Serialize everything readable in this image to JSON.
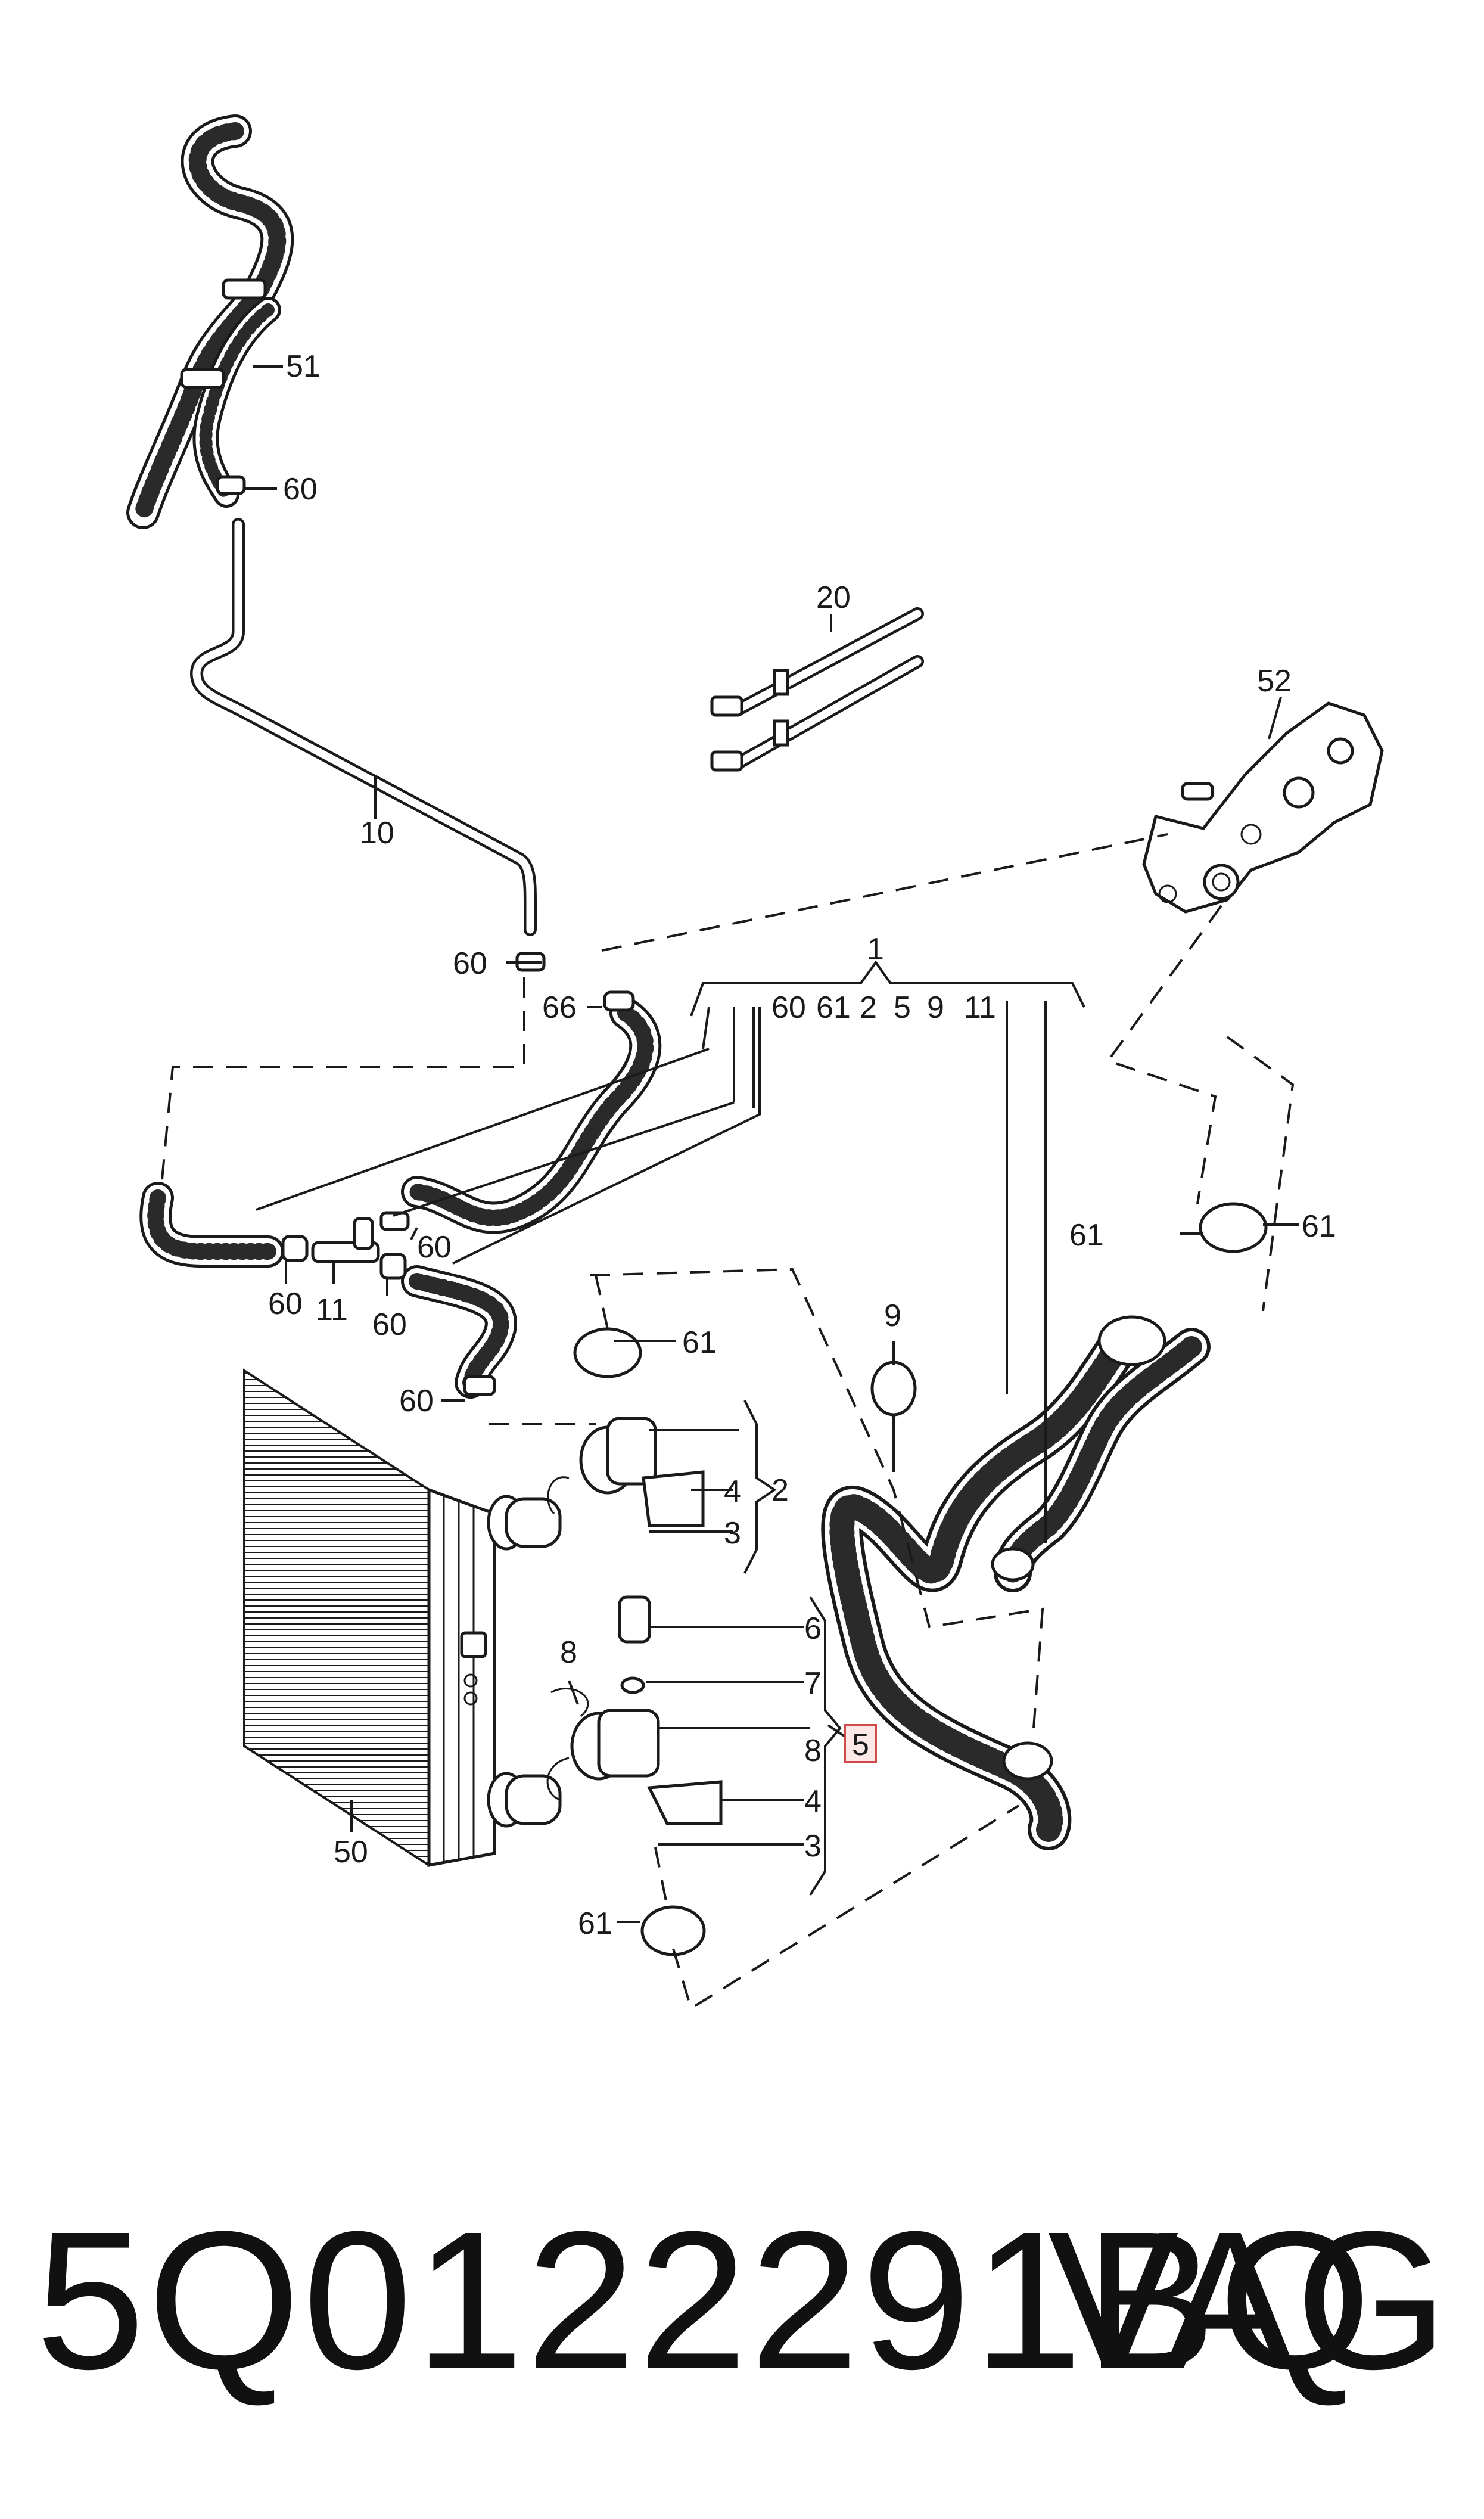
{
  "callouts": {
    "c51": "51",
    "c60_top": "60",
    "c10": "10",
    "c20": "20",
    "c52": "52",
    "c1": "1",
    "c60_mid": "60",
    "c66": "66",
    "c60_seq": "60",
    "c61_seq": "61",
    "c2_seq": "2",
    "c5_seq": "5",
    "c9_seq": "9",
    "c11_seq": "11",
    "c60_tee_r": "60",
    "c60_tee_l": "60",
    "c11_tee": "11",
    "c60_tee_b": "60",
    "c61_left": "61",
    "c61_right": "61",
    "c9": "9",
    "c61_upper": "61",
    "c60_lower": "60",
    "c4_upper": "4",
    "c2_upper": "2",
    "c3_upper": "3",
    "c6": "6",
    "c7": "7",
    "c8_left": "8",
    "c8_right": "8",
    "c5_box": "5",
    "c4_lower": "4",
    "c3_lower": "3",
    "c50": "50",
    "c61_bottom": "61"
  },
  "footer": {
    "part_number": "5Q0122291BQ",
    "brand": "VAG"
  },
  "colors": {
    "line": "#1a1a1a",
    "highlight_fill": "#fde8e8",
    "highlight_stroke": "#d24a4a"
  }
}
